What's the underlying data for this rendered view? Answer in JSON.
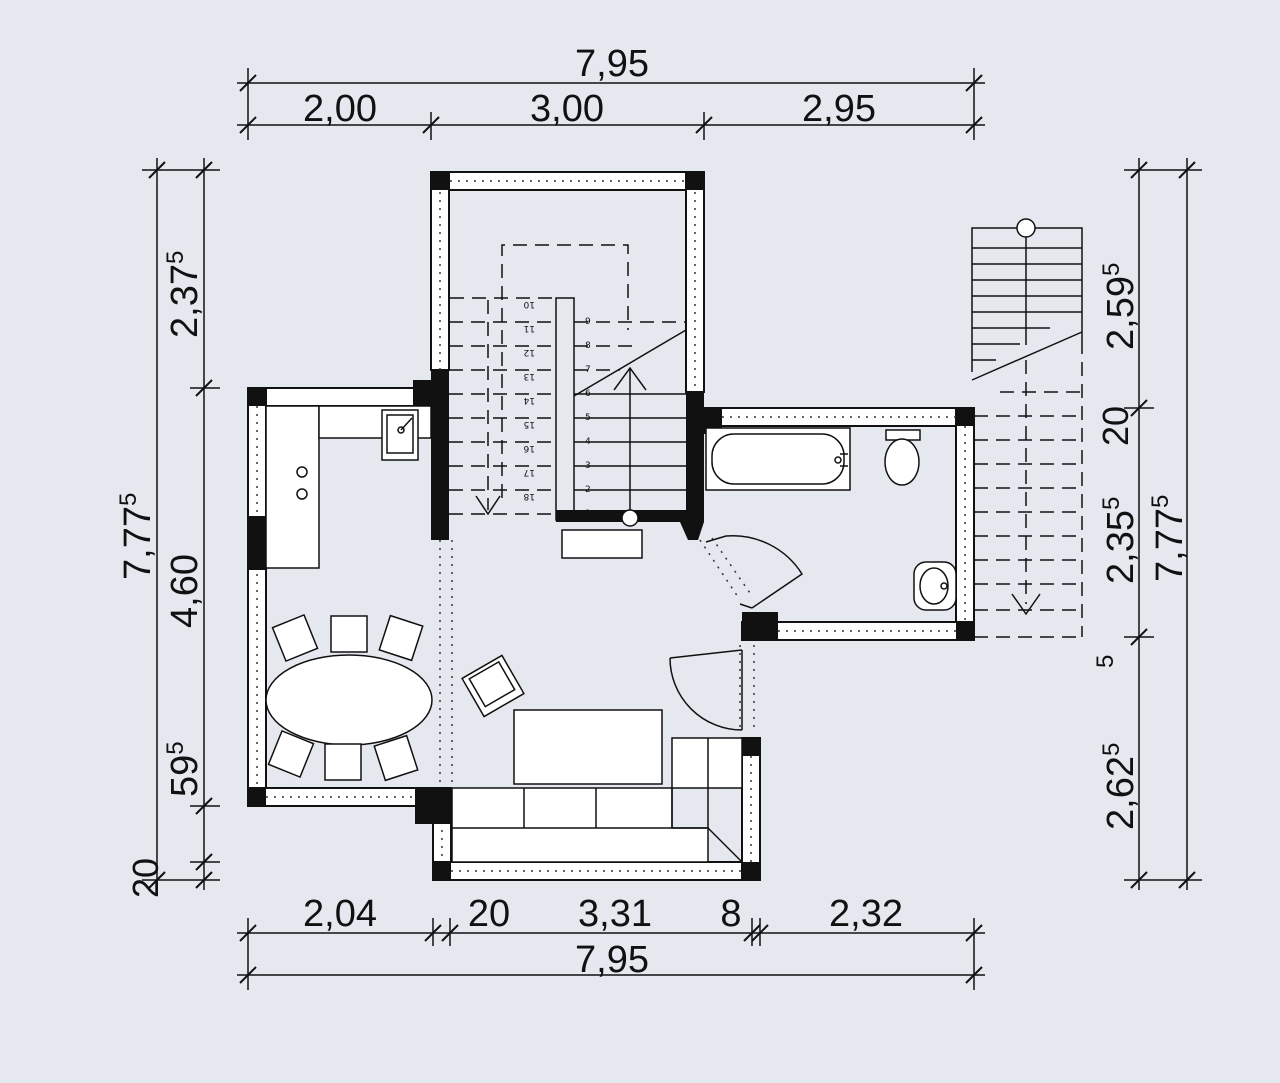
{
  "dimensions": {
    "top_overall": "7,95",
    "top_segments": [
      "2,00",
      "3,00",
      "2,95"
    ],
    "bottom_segments": [
      "2,04",
      "20",
      "3,31",
      "8",
      "2,32"
    ],
    "bottom_overall": "7,95",
    "left_outer": "7,77",
    "left_outer_sup": "5",
    "left_inner_top": "2,37",
    "left_inner_top_sup": "5",
    "left_inner_mid": "4,60",
    "left_inner_low": "59",
    "left_inner_low_sup": "5",
    "left_inner_bottom": "20",
    "right_outer": "7,77",
    "right_outer_sup": "5",
    "right_inner_top": "2,59",
    "right_inner_top_sup": "5",
    "right_inner_20": "20",
    "right_inner_mid": "2,35",
    "right_inner_mid_sup": "5",
    "right_inner_5": "5",
    "right_inner_bottom": "2,62",
    "right_inner_bottom_sup": "5"
  },
  "stairs": {
    "left_run_numbers": [
      "10",
      "11",
      "12",
      "13",
      "14",
      "15",
      "16",
      "17",
      "18"
    ],
    "right_run_numbers": [
      "9",
      "8",
      "7",
      "6",
      "5",
      "4",
      "3",
      "2",
      "1"
    ]
  }
}
